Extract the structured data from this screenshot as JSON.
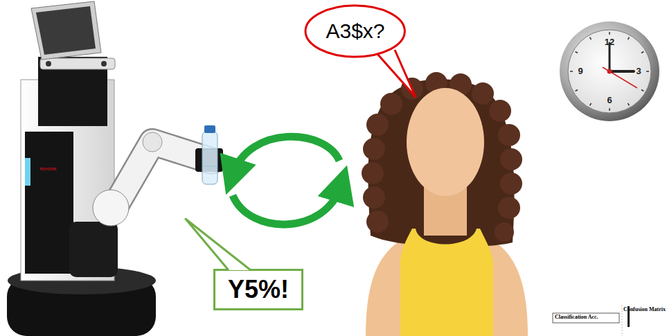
{
  "diagram": {
    "nodes": [
      {
        "text": [
          "A3$x?"
        ]
      },
      {
        "text": [
          "Y5%!"
        ]
      }
    ],
    "labels": [
      "TOYOTA",
      "12",
      "3",
      "6",
      "9",
      "Classification Acc.",
      "Confusion Matrix"
    ]
  }
}
